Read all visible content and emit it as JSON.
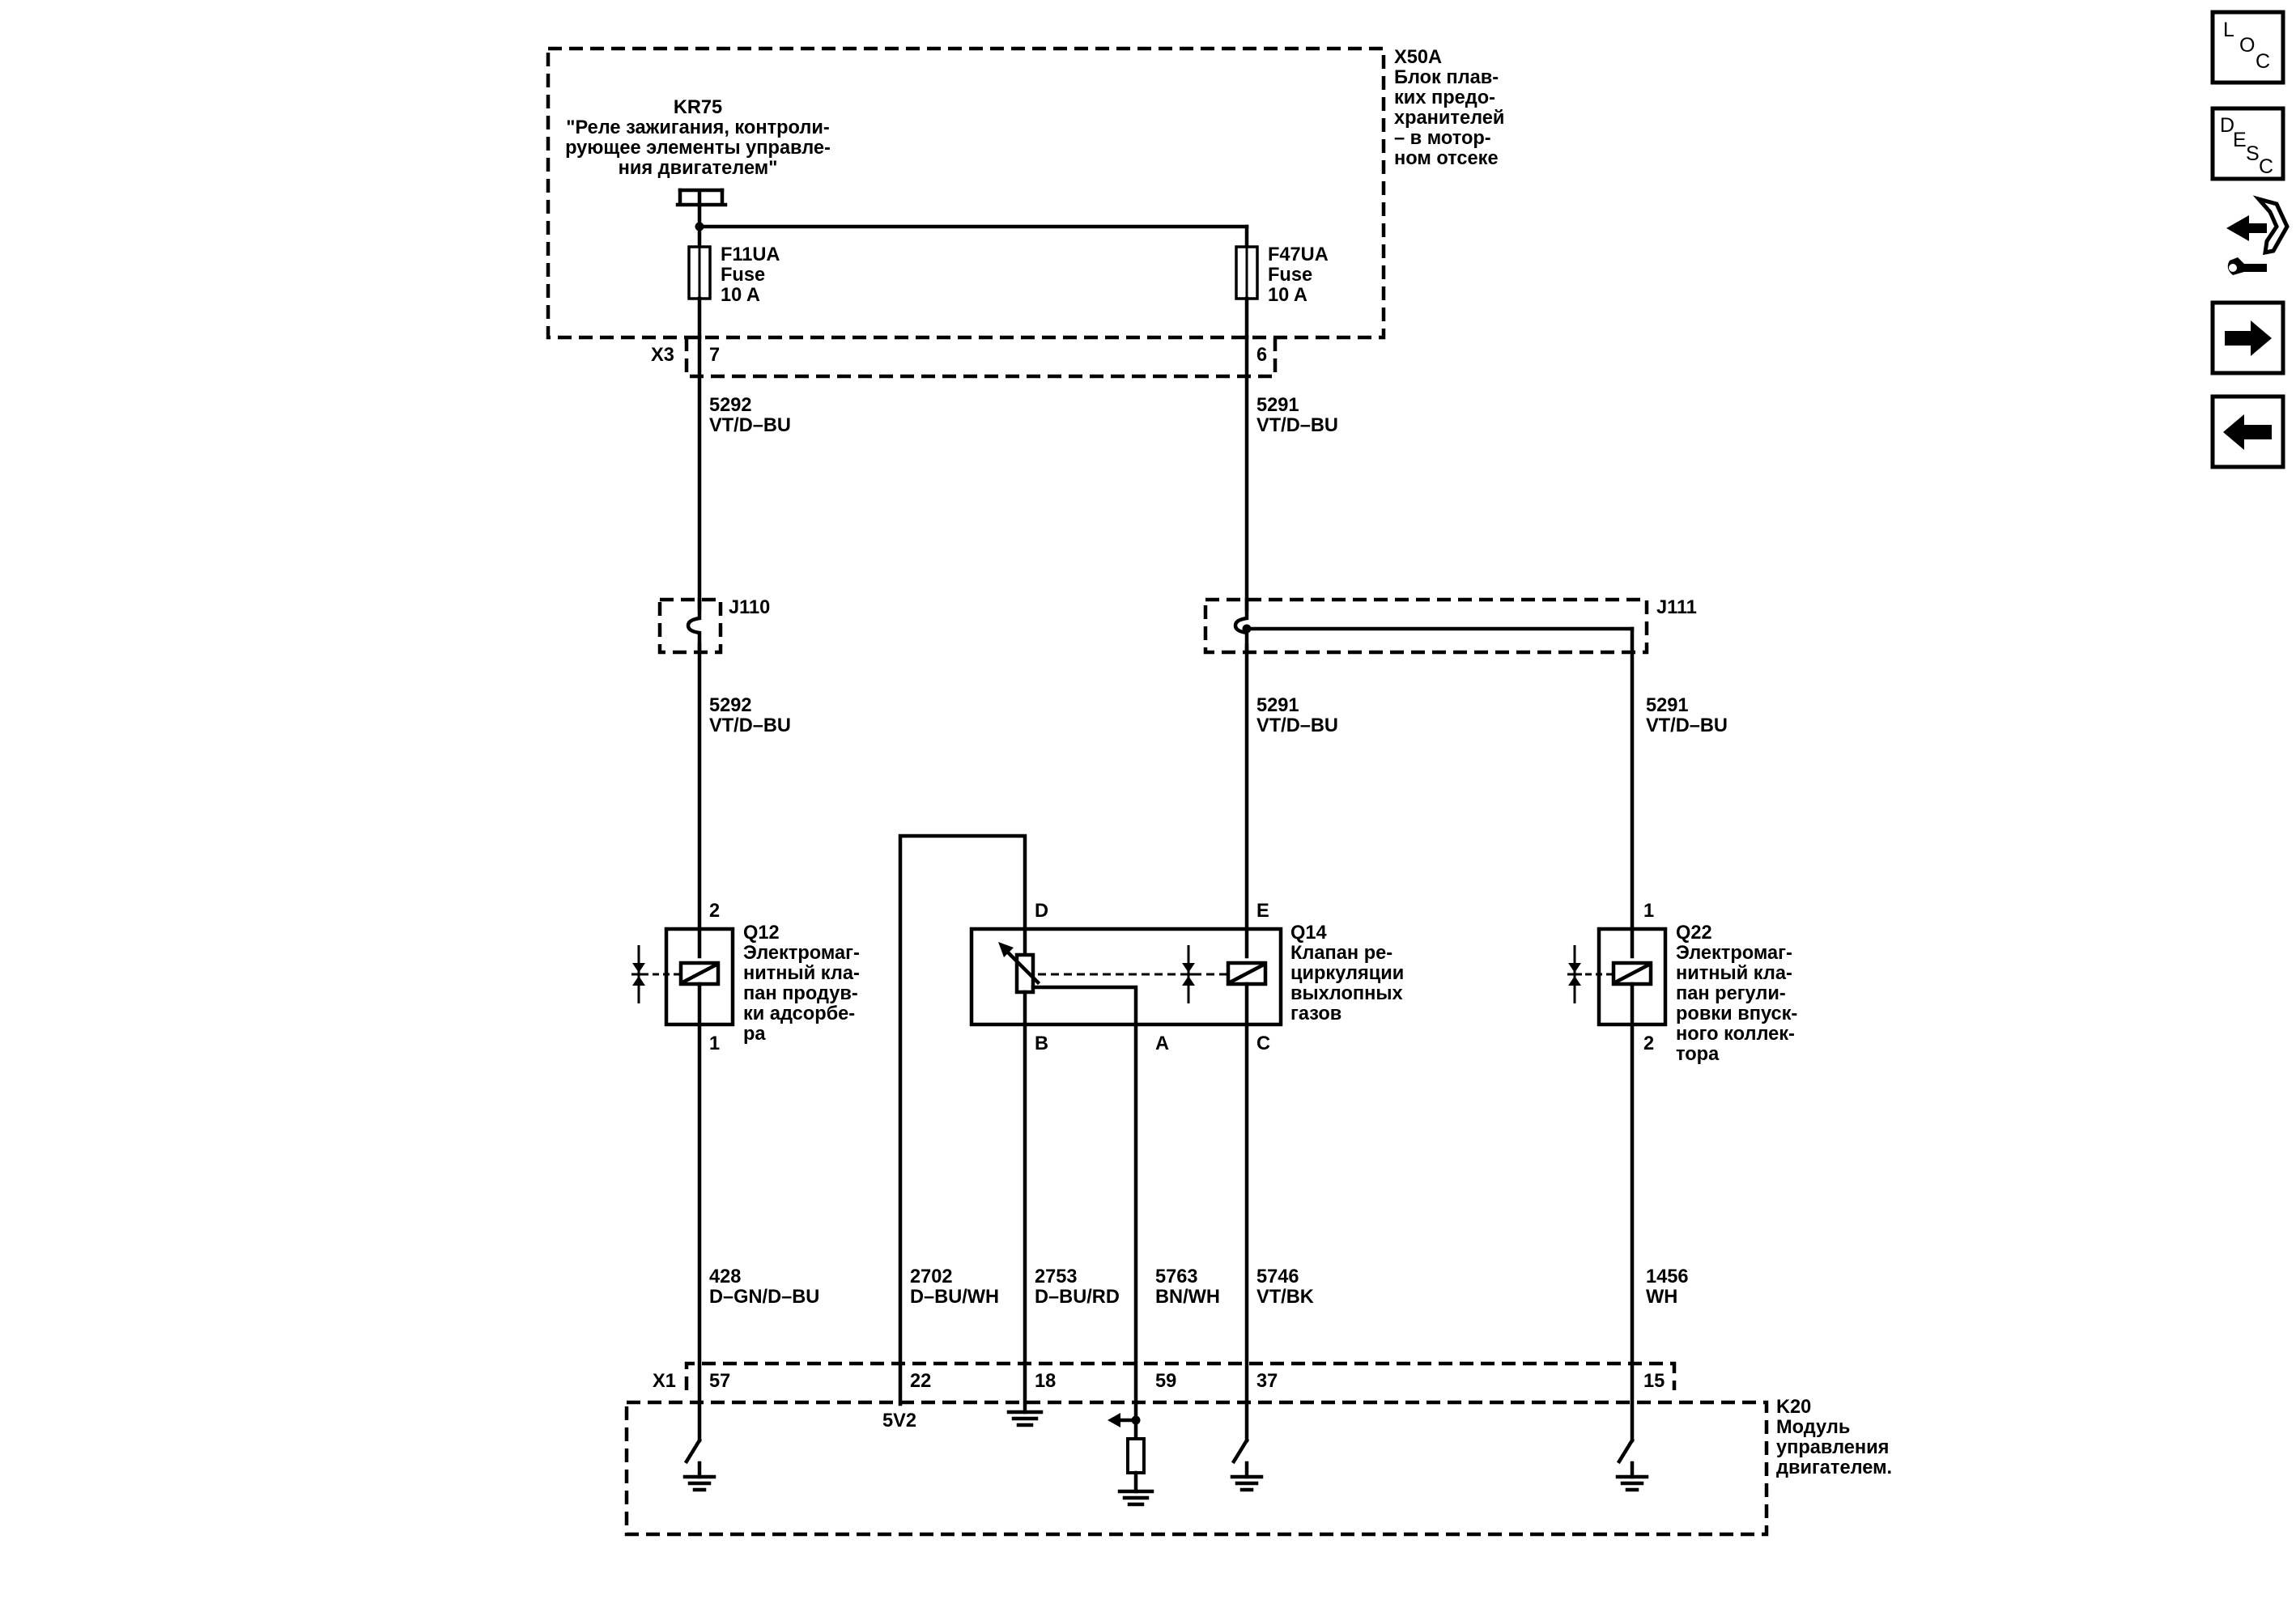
{
  "nav": {
    "loc": {
      "l1": "L",
      "l2": "O",
      "l3": "C"
    },
    "desc": {
      "l1": "D",
      "l2": "E",
      "l3": "S",
      "l4": "C"
    }
  },
  "x50a": {
    "id": "X50A",
    "lines": [
      "Блок плав-",
      "ких предо-",
      "хранителей",
      "– в мотор-",
      "ном отсеке"
    ]
  },
  "kr75": {
    "id": "KR75",
    "lines": [
      "\"Реле зажигания, контроли-",
      "рующее элементы управле-",
      "ния двигателем\""
    ]
  },
  "fuses": [
    {
      "id": "F11UA",
      "type": "Fuse",
      "rating": "10 A"
    },
    {
      "id": "F47UA",
      "type": "Fuse",
      "rating": "10 A"
    }
  ],
  "x3": {
    "id": "X3",
    "pin_left": "7",
    "pin_right": "6"
  },
  "wires": {
    "w5292_top": {
      "num": "5292",
      "color": "VT/D–BU"
    },
    "w5291_top": {
      "num": "5291",
      "color": "VT/D–BU"
    },
    "w5292_mid": {
      "num": "5292",
      "color": "VT/D–BU"
    },
    "w5291_mid": {
      "num": "5291",
      "color": "VT/D–BU"
    },
    "w5291_right": {
      "num": "5291",
      "color": "VT/D–BU"
    },
    "w428": {
      "num": "428",
      "color": "D–GN/D–BU"
    },
    "w2702": {
      "num": "2702",
      "color": "D–BU/WH"
    },
    "w2753": {
      "num": "2753",
      "color": "D–BU/RD"
    },
    "w5763": {
      "num": "5763",
      "color": "BN/WH"
    },
    "w5746": {
      "num": "5746",
      "color": "VT/BK"
    },
    "w1456": {
      "num": "1456",
      "color": "WH"
    }
  },
  "j110": {
    "id": "J110"
  },
  "j111": {
    "id": "J111"
  },
  "q12": {
    "id": "Q12",
    "pin_top": "2",
    "pin_bottom": "1",
    "lines": [
      "Электромаг-",
      "нитный кла-",
      "пан продув-",
      "ки адсорбе-",
      "ра"
    ]
  },
  "q14": {
    "id": "Q14",
    "pin_d": "D",
    "pin_e": "E",
    "pin_b": "B",
    "pin_a": "A",
    "pin_c": "C",
    "lines": [
      "Клапан ре-",
      "циркуляции",
      "выхлопных",
      "газов"
    ]
  },
  "q22": {
    "id": "Q22",
    "pin_top": "1",
    "pin_bottom": "2",
    "lines": [
      "Электромаг-",
      "нитный кла-",
      "пан регули-",
      "ровки впуск-",
      "ного коллек-",
      "тора"
    ]
  },
  "x1": {
    "id": "X1",
    "pins": [
      "57",
      "22",
      "18",
      "59",
      "37",
      "15"
    ],
    "v5v2": "5V2"
  },
  "k20": {
    "id": "K20",
    "lines": [
      "Модуль",
      "управления",
      "двигателем."
    ]
  }
}
